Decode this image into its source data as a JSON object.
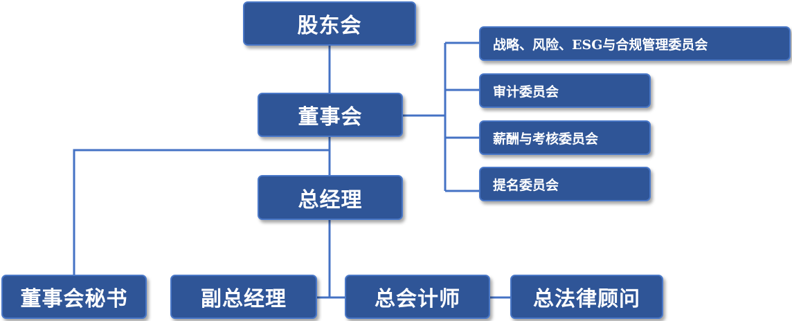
{
  "nodes": {
    "shareholders": "股东会",
    "board": "董事会",
    "general_manager": "总经理",
    "board_secretary": "董事会秘书",
    "deputy_gm": "副总经理",
    "chief_accountant": "总会计师",
    "general_counsel": "总法律顾问"
  },
  "committees": [
    "战略、风险、ESG与合规管理委员会",
    "审计委员会",
    "薪酬与考核委员会",
    "提名委员会"
  ],
  "colors": {
    "box_fill": "#2f5597",
    "box_border": "#4a78c8",
    "connector": "#4472c4"
  }
}
